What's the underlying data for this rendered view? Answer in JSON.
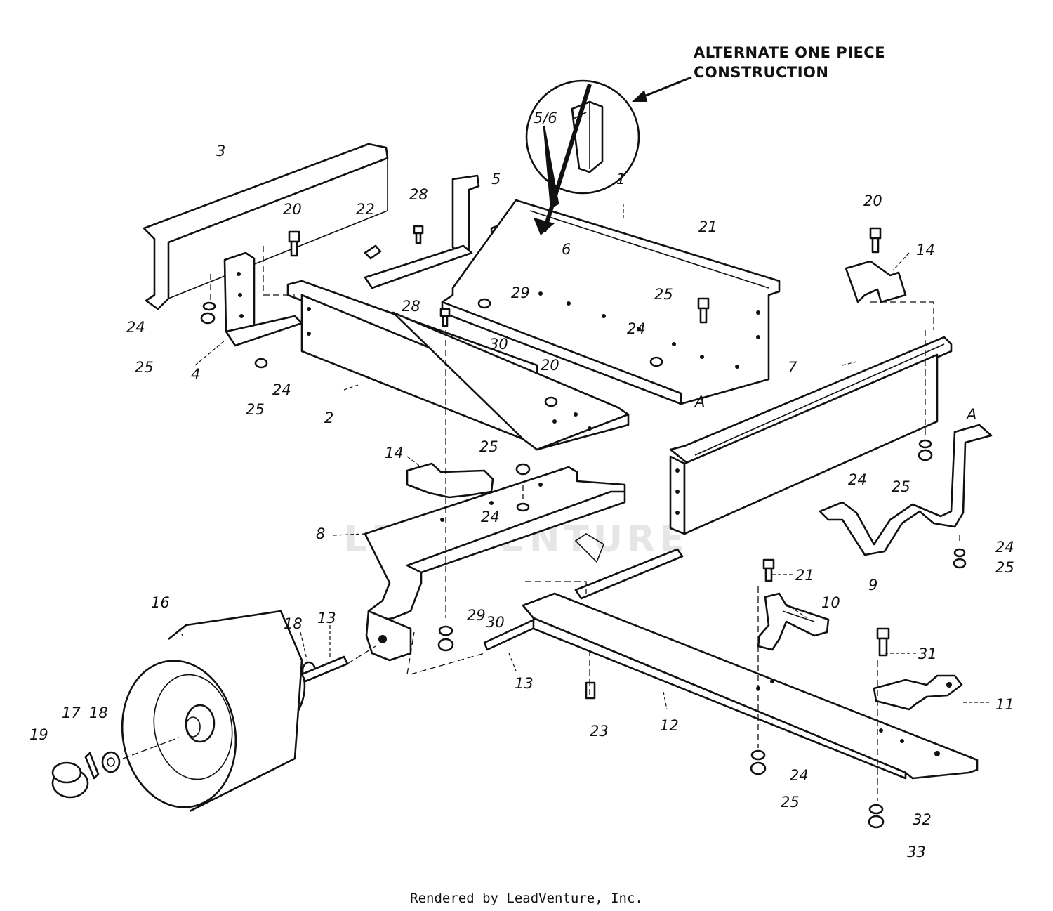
{
  "callout": {
    "line1": "ALTERNATE ONE PIECE",
    "line2": "CONSTRUCTION",
    "inset_label": "5/6"
  },
  "watermark": "LEADVENTURE",
  "footer": "Rendered by LeadVenture, Inc.",
  "part_labels": [
    {
      "id": "1",
      "text": "1"
    },
    {
      "id": "2",
      "text": "2"
    },
    {
      "id": "3",
      "text": "3"
    },
    {
      "id": "4",
      "text": "4"
    },
    {
      "id": "5",
      "text": "5"
    },
    {
      "id": "6",
      "text": "6"
    },
    {
      "id": "7",
      "text": "7"
    },
    {
      "id": "8",
      "text": "8"
    },
    {
      "id": "9",
      "text": "9"
    },
    {
      "id": "10",
      "text": "10"
    },
    {
      "id": "11",
      "text": "11"
    },
    {
      "id": "12",
      "text": "12"
    },
    {
      "id": "13a",
      "text": "13"
    },
    {
      "id": "13b",
      "text": "13"
    },
    {
      "id": "14a",
      "text": "14"
    },
    {
      "id": "14b",
      "text": "14"
    },
    {
      "id": "16",
      "text": "16"
    },
    {
      "id": "17",
      "text": "17"
    },
    {
      "id": "18a",
      "text": "18"
    },
    {
      "id": "18b",
      "text": "18"
    },
    {
      "id": "19",
      "text": "19"
    },
    {
      "id": "20a",
      "text": "20"
    },
    {
      "id": "20b",
      "text": "20"
    },
    {
      "id": "20c",
      "text": "20"
    },
    {
      "id": "21a",
      "text": "21"
    },
    {
      "id": "21b",
      "text": "21"
    },
    {
      "id": "22",
      "text": "22"
    },
    {
      "id": "23",
      "text": "23"
    },
    {
      "id": "24a",
      "text": "24"
    },
    {
      "id": "24b",
      "text": "24"
    },
    {
      "id": "24c",
      "text": "24"
    },
    {
      "id": "24d",
      "text": "24"
    },
    {
      "id": "24e",
      "text": "24"
    },
    {
      "id": "24f",
      "text": "24"
    },
    {
      "id": "24g",
      "text": "24"
    },
    {
      "id": "25a",
      "text": "25"
    },
    {
      "id": "25b",
      "text": "25"
    },
    {
      "id": "25c",
      "text": "25"
    },
    {
      "id": "25d",
      "text": "25"
    },
    {
      "id": "25e",
      "text": "25"
    },
    {
      "id": "25f",
      "text": "25"
    },
    {
      "id": "25g",
      "text": "25"
    },
    {
      "id": "28a",
      "text": "28"
    },
    {
      "id": "28b",
      "text": "28"
    },
    {
      "id": "29a",
      "text": "29"
    },
    {
      "id": "29b",
      "text": "29"
    },
    {
      "id": "30a",
      "text": "30"
    },
    {
      "id": "30b",
      "text": "30"
    },
    {
      "id": "31",
      "text": "31"
    },
    {
      "id": "32",
      "text": "32"
    },
    {
      "id": "33",
      "text": "33"
    },
    {
      "id": "Aa",
      "text": "A"
    },
    {
      "id": "Ab",
      "text": "A"
    }
  ]
}
